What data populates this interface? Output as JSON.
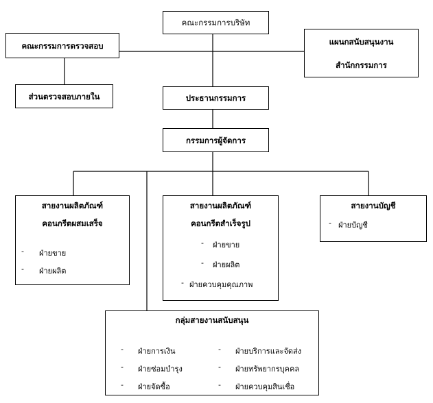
{
  "board": {
    "label": "คณะกรรมการบริษัท"
  },
  "audit_committee": {
    "label": "คณะกรรมการตรวจสอบ"
  },
  "internal_audit": {
    "label": "ส่วนตรวจสอบภายใน"
  },
  "support_office": {
    "line1": "แผนกสนับสนุนงาน",
    "line2": "สำนักกรรมการ"
  },
  "chairman": {
    "label": "ประธานกรรมการ"
  },
  "md": {
    "label": "กรรมการผู้จัดการ"
  },
  "bu_readymix": {
    "title1": "สายงานผลิตภัณฑ์",
    "title2": "คอนกรีตผสมเสร็จ",
    "items": [
      "ฝ่ายขาย",
      "ฝ่ายผลิต"
    ]
  },
  "bu_precast": {
    "title1": "สายงานผลิตภัณฑ์",
    "title2": "คอนกรีตสำเร็จรูป",
    "items": [
      "ฝ่ายขาย",
      "ฝ่ายผลิต",
      "ฝ่ายควบคุมคุณภาพ"
    ]
  },
  "bu_accounting": {
    "title1": "สายงานบัญชี",
    "items": [
      "ฝ่ายบัญชี"
    ]
  },
  "support_group": {
    "title": "กลุ่มสายงานสนับสนุน",
    "left_items": [
      "ฝ่ายการเงิน",
      "ฝ่ายซ่อมบำรุง",
      "ฝ่ายจัดซื้อ"
    ],
    "right_items": [
      "ฝ่ายบริการและจัดส่ง",
      "ฝ่ายทรัพยากรบุคคล",
      "ฝ่ายควบคุมสินเชื่อ"
    ]
  },
  "bullet": "-"
}
